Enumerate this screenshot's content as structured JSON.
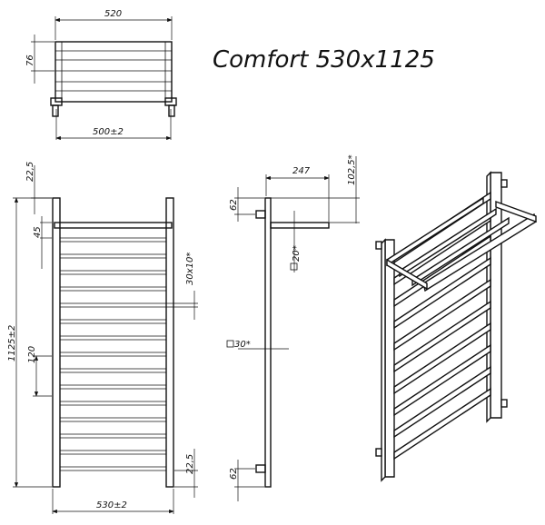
{
  "title": "Comfort 530x1125",
  "dimensions": {
    "top_width": "520",
    "top_depth": "76",
    "top_mount": "500±2",
    "front_top_offset": "22,5",
    "front_gap": "45",
    "front_pitch": "30x10*",
    "front_height": "1125±2",
    "front_spacing": "120",
    "front_bottom_offset": "22,5",
    "front_width": "530±2",
    "side_depth": "247",
    "side_top": "102,5*",
    "side_upper_mount": "62",
    "side_bar_section": "20*",
    "side_post_section": "30*",
    "side_lower_mount": "62"
  }
}
